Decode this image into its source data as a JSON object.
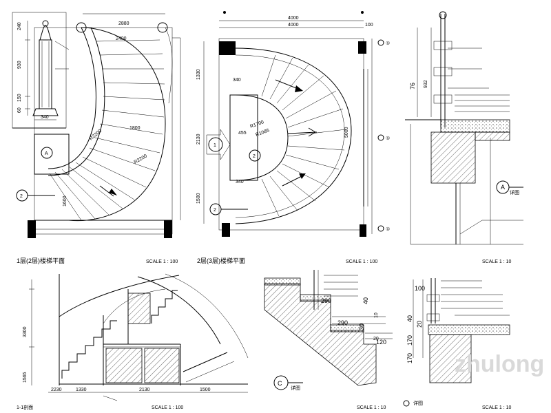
{
  "plan_left": {
    "dims": {
      "top_a": "2880",
      "top_b": "2400",
      "mid_a": "1800",
      "r_outer": "R2200",
      "r_inner": "R2200",
      "left": "1600"
    },
    "marks": {
      "circle_a": "A",
      "circle_b": "2"
    },
    "caption": "1层(2层)楼梯平面",
    "scale": "SCALE 1 : 100"
  },
  "baluster": {
    "dims": {
      "h1": "240",
      "h2": "930",
      "h3": "150",
      "h4": "60",
      "w": "340"
    }
  },
  "plan_mid": {
    "dims": {
      "top_a": "4000",
      "top_b": "4000",
      "top_c": "100",
      "l1": "1330",
      "l2": "2130",
      "l3": "1500",
      "r": "5000",
      "in_a": "340",
      "in_b": "340",
      "rad_a": "R1700",
      "rad_b": "R1085",
      "w": "455"
    },
    "marks": {
      "c1": "1",
      "c2": "2",
      "c3": "2",
      "ax1": "①",
      "ax2": "①",
      "ax3": "①"
    },
    "caption": "2层(3层)楼梯平面",
    "scale": "SCALE 1 : 100"
  },
  "detail_a": {
    "dims": {
      "h1": "76",
      "h2": "932"
    },
    "mark": "A",
    "caption": "详图",
    "scale": "SCALE 1 : 10"
  },
  "elevation": {
    "dims": {
      "h": "3300",
      "b": "1565",
      "x1": "2230",
      "x2": "1330",
      "x3": "2130",
      "x4": "1500"
    },
    "caption": "1-1剖面",
    "scale": "SCALE 1 : 100"
  },
  "detail_c": {
    "dims": {
      "d1": "290",
      "d2": "290",
      "d3": "40",
      "d4": "10",
      "d5": "30",
      "d6": "120",
      "d7": "20"
    },
    "mark": "C",
    "caption": "详图",
    "scale": "SCALE 1 : 10"
  },
  "detail_b": {
    "dims": {
      "d1": "100",
      "d2": "40",
      "d3": "20",
      "d4": "170",
      "d5": "170"
    },
    "caption": "详图",
    "scale": "SCALE 1 : 10"
  },
  "watermark": "zhulong"
}
